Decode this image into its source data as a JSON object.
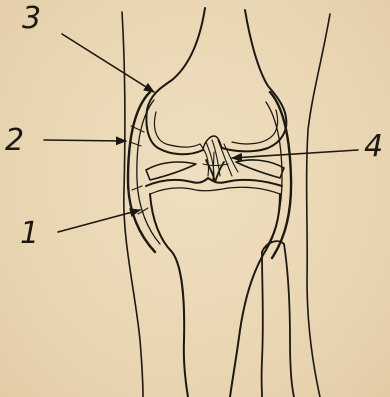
{
  "labels": {
    "n1": "1",
    "n2": "2",
    "n3": "3",
    "n4": "4"
  },
  "colors": {
    "paper": "#ead8b6",
    "ink": "#1c1812"
  }
}
